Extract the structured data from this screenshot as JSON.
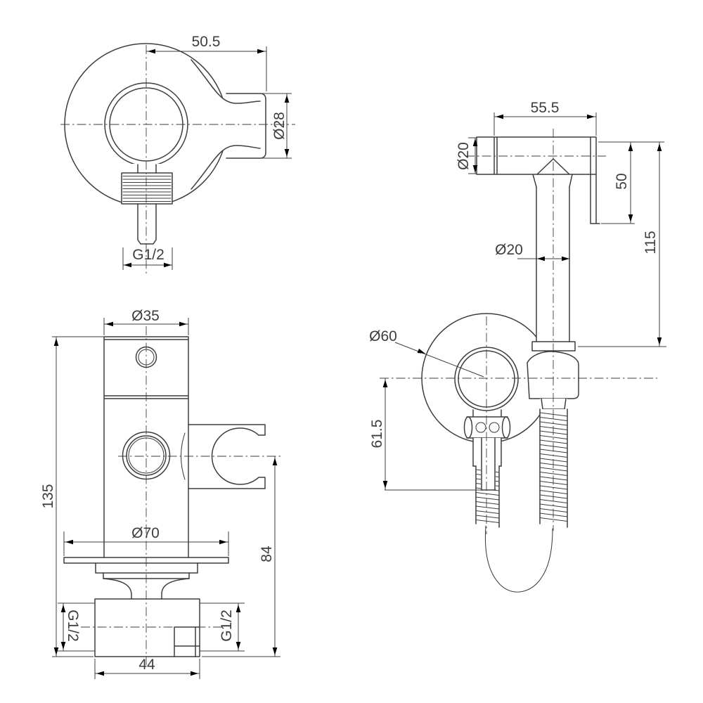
{
  "drawing": {
    "background": "#ffffff",
    "line_color": "#3d3d3d",
    "views": [
      {
        "id": "holder-front",
        "dims": {
          "width": "50.5",
          "cup_dia": "Ø28",
          "thread": "G1/2"
        }
      },
      {
        "id": "valve-front",
        "dims": {
          "cap_dia": "Ø35",
          "height": "135",
          "flange_dia": "Ø70",
          "cup_height": "84",
          "thread_left": "G1/2",
          "thread_right": "G1/2",
          "width": "44"
        }
      },
      {
        "id": "sprayer-side",
        "dims": {
          "head_len": "55.5",
          "head_dia": "Ø20",
          "hook_h": "50",
          "height": "115",
          "tube_dia": "Ø20",
          "plate_dia": "Ø60",
          "drop": "61.5"
        }
      }
    ]
  }
}
